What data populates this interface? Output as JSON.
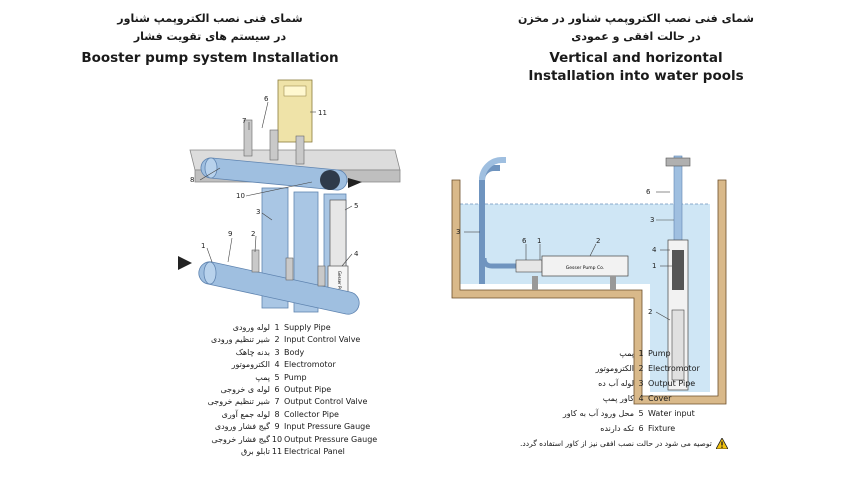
{
  "left": {
    "title_fa_1": "شمای فنی نصب الکتروپمپ شناور",
    "title_fa_2": "در سیستم های تقویت فشار",
    "title_en": "Booster pump system Installation",
    "callouts": [
      "1",
      "2",
      "3",
      "4",
      "5",
      "6",
      "7",
      "8",
      "9",
      "10",
      "11"
    ],
    "brand": "Gesser Pump Co.",
    "legend": [
      {
        "fa": "لوله ورودی",
        "num": "1",
        "en": "Supply Pipe"
      },
      {
        "fa": "شیر تنظیم ورودی",
        "num": "2",
        "en": "Input Control Valve"
      },
      {
        "fa": "بدنه چاهک",
        "num": "3",
        "en": "Body"
      },
      {
        "fa": "الکتروموتور",
        "num": "4",
        "en": "Electromotor"
      },
      {
        "fa": "پمپ",
        "num": "5",
        "en": "Pump"
      },
      {
        "fa": "لوله ی خروجی",
        "num": "6",
        "en": "Output Pipe"
      },
      {
        "fa": "شیر تنظیم خروجی",
        "num": "7",
        "en": "Output Control Valve"
      },
      {
        "fa": "لوله جمع آوری",
        "num": "8",
        "en": "Collector Pipe"
      },
      {
        "fa": "گیج فشار ورودی",
        "num": "9",
        "en": "Input Pressure Gauge"
      },
      {
        "fa": "گیج فشار خروجی",
        "num": "10",
        "en": "Output Pressure Gauge"
      },
      {
        "fa": "تابلو برق",
        "num": "11",
        "en": "Electrical Panel"
      }
    ]
  },
  "right": {
    "title_fa_1": "شمای فنی نصب الکتروپمپ شناور در مخزن",
    "title_fa_2": "در حالت افقی و عمودی",
    "title_en_1": "Vertical and horizontal",
    "title_en_2": "Installation into water pools",
    "brand": "Gesser Pump Co.",
    "legend": [
      {
        "fa": "پمپ",
        "num": "1",
        "en": "Pump"
      },
      {
        "fa": "الکتروموتور",
        "num": "2",
        "en": "Electromotor"
      },
      {
        "fa": "لوله آب ده",
        "num": "3",
        "en": "Output Pipe"
      },
      {
        "fa": "کاور پمپ",
        "num": "4",
        "en": "Cover"
      },
      {
        "fa": "محل ورود آب به کاور",
        "num": "5",
        "en": "Water input"
      },
      {
        "fa": "تکه دارنده",
        "num": "6",
        "en": "Fixture"
      }
    ],
    "note": "توصیه می شود در حالت نصب افقی نیز از کاور استفاده گردد.",
    "note_icon": "warning-icon"
  },
  "colors": {
    "pipe": "#9fbfe0",
    "pipe_dark": "#6f94bf",
    "water": "#cfe6f5",
    "tank_wall": "#d9b98a",
    "panel": "#efe3a8",
    "concrete": "#d4d4d4"
  }
}
